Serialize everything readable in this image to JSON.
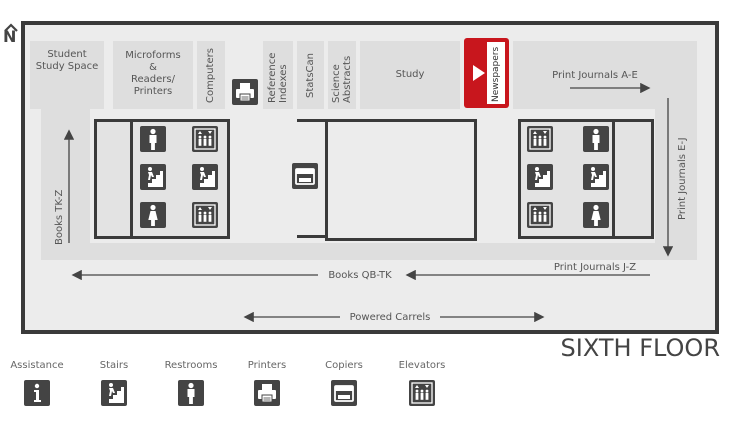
{
  "north": {
    "letter": "N"
  },
  "floor_title": "SIXTH FLOOR",
  "areas": {
    "student_study": "Student Study Space",
    "microforms": [
      "Microforms",
      "&",
      "Readers/",
      "Printers"
    ],
    "computers": "Computers",
    "reference": [
      "Reference",
      "Indexes"
    ],
    "statscan": "StatsCan",
    "science": [
      "Science",
      "Abstracts"
    ],
    "study": "Study",
    "newspapers": "Newspapers"
  },
  "collections": {
    "journals_ae": "Print Journals A-E",
    "journals_ej": "Print Journals E-J",
    "journals_jz": "Print Journals J-Z",
    "books_qb": "Books QB-TK",
    "books_tk": "Books TK-Z",
    "carrels": "Powered Carrels"
  },
  "legend": [
    {
      "label": "Assistance",
      "icon": "info-icon"
    },
    {
      "label": "Stairs",
      "icon": "stairs-icon"
    },
    {
      "label": "Restrooms",
      "icon": "restroom-icon"
    },
    {
      "label": "Printers",
      "icon": "printer-icon"
    },
    {
      "label": "Copiers",
      "icon": "copier-icon"
    },
    {
      "label": "Elevators",
      "icon": "elevator-icon"
    }
  ],
  "colors": {
    "accent": "#c8161d",
    "wall": "#3a3a3a",
    "floor": "#ececec",
    "room": "#dedede"
  }
}
